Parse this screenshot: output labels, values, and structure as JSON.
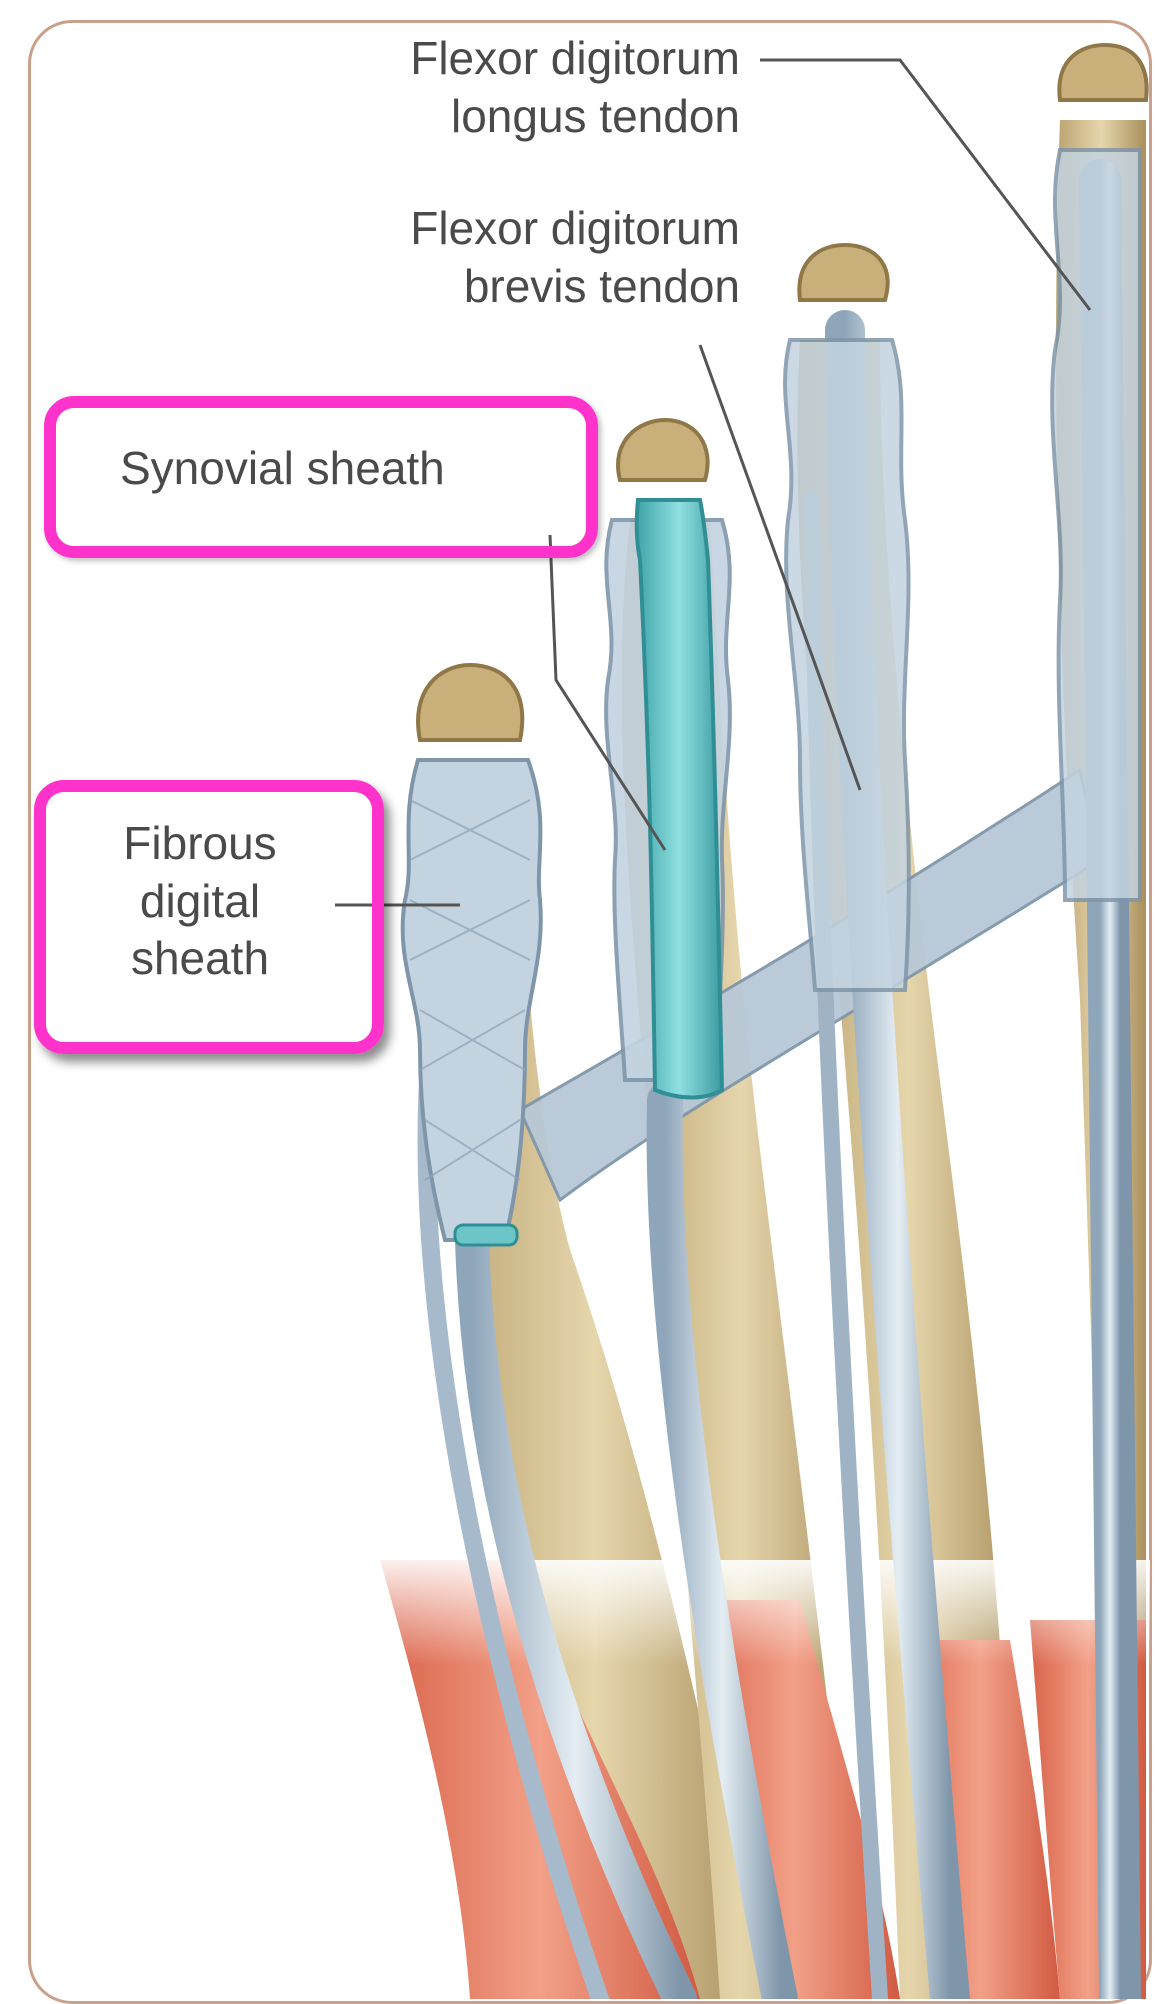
{
  "labels": {
    "fdl": {
      "line1": "Flexor digitorum",
      "line2": "longus tendon"
    },
    "fdb": {
      "line1": "Flexor digitorum",
      "line2": "brevis tendon"
    },
    "synovial": "Synovial sheath",
    "fibrous": {
      "line1": "Fibrous",
      "line2": "digital",
      "line3": "sheath"
    }
  },
  "colors": {
    "highlight": "#ff33cc",
    "bone": "#d8c59a",
    "tendon": "#b9c9d6",
    "synovial_sheath": "#6cc6c8",
    "muscle": "#e87a5e",
    "frame_border": "#c9a08a"
  }
}
